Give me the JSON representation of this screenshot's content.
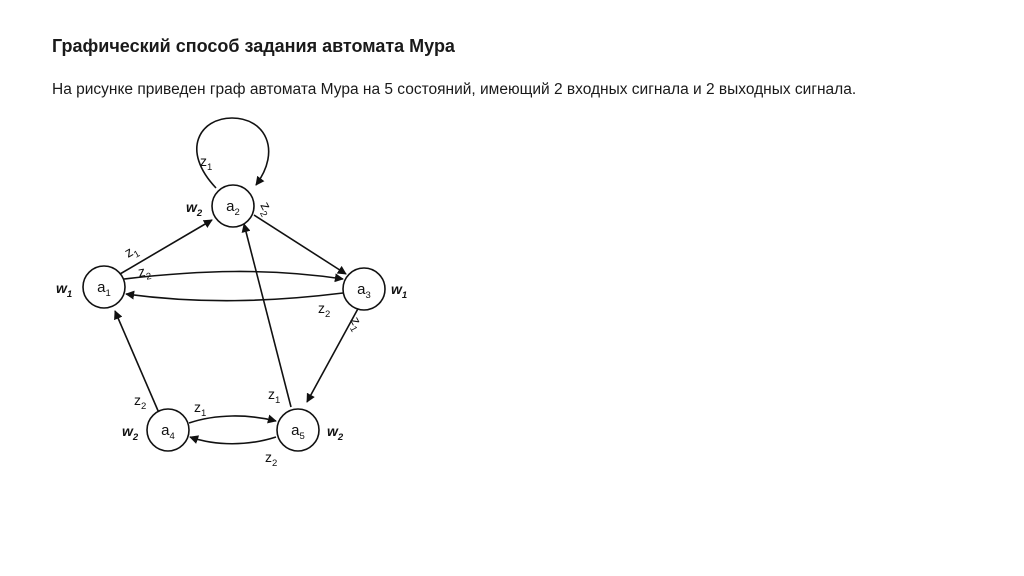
{
  "heading": "Графический способ задания автомата Мура",
  "description": "На рисунке приведен граф автомата Мура на 5 состояний, имеющий 2 входных сигнала и 2 выходных сигнала.",
  "graph": {
    "states": [
      {
        "base": "a",
        "index": "1",
        "out_base": "w",
        "out_index": "1"
      },
      {
        "base": "a",
        "index": "2",
        "out_base": "w",
        "out_index": "2"
      },
      {
        "base": "a",
        "index": "3",
        "out_base": "w",
        "out_index": "1"
      },
      {
        "base": "a",
        "index": "4",
        "out_base": "w",
        "out_index": "2"
      },
      {
        "base": "a",
        "index": "5",
        "out_base": "w",
        "out_index": "2"
      }
    ],
    "edges": [
      {
        "from": "a2",
        "to": "a2",
        "base": "z",
        "index": "1"
      },
      {
        "from": "a2",
        "to": "a3",
        "base": "z",
        "index": "2"
      },
      {
        "from": "a1",
        "to": "a2",
        "base": "z",
        "index": "1"
      },
      {
        "from": "a1",
        "to": "a3",
        "base": "z",
        "index": "2"
      },
      {
        "from": "a3",
        "to": "a1",
        "base": "z",
        "index": "2"
      },
      {
        "from": "a3",
        "to": "a5",
        "base": "z",
        "index": "1"
      },
      {
        "from": "a4",
        "to": "a1",
        "base": "z",
        "index": "2"
      },
      {
        "from": "a4",
        "to": "a5",
        "base": "z",
        "index": "1"
      },
      {
        "from": "a5",
        "to": "a4",
        "base": "z",
        "index": "2"
      },
      {
        "from": "a5",
        "to": "a2",
        "base": "z",
        "index": "1"
      }
    ]
  }
}
